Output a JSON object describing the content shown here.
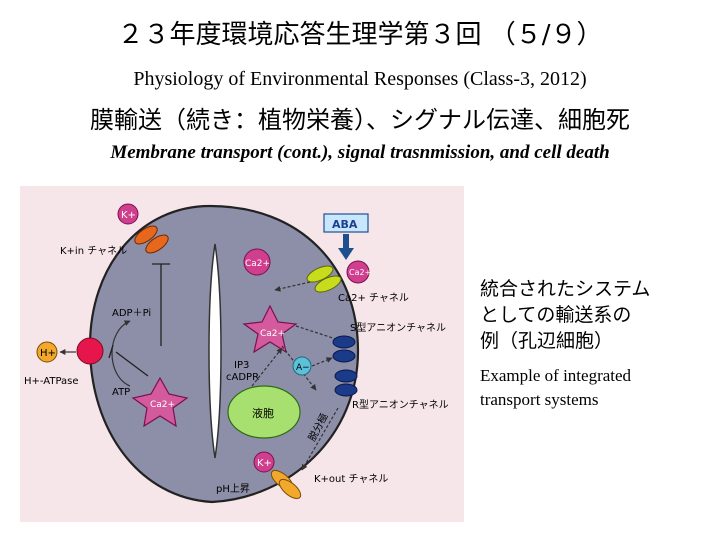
{
  "title": {
    "jp": "２３年度環境応答生理学第３回 （５/９）",
    "en": "Physiology of Environmental Responses (Class-3, 2012)"
  },
  "subtitle": {
    "jp": "膜輸送（続き：植物栄養）、シグナル伝達、細胞死",
    "en": "Membrane transport (cont.), signal trasnmission, and cell death"
  },
  "diagram": {
    "labels": {
      "k_plus_top": "K+",
      "k_in_channel": "K+in チャネル",
      "aba": "ABA",
      "ca_left": "Ca2+",
      "ca_right": "Ca2+",
      "ca_channel": "Ca2+ チャネル",
      "adp_pi": "ADP＋Pi",
      "h_plus": "H+",
      "h_atpase": "H+-ATPase",
      "atp": "ATP",
      "ca_center": "Ca2+",
      "ca_lower": "Ca2+",
      "s_anion": "S型アニオンチャネル",
      "r_anion": "R型アニオンチャネル",
      "a_minus": "A−",
      "ip3": "IP3",
      "cadpr": "cADPR",
      "vacuole": "液胞",
      "depolarization": "脱分極",
      "k_plus_bottom": "K+",
      "k_out_channel": "K+out チャネル",
      "ph_rise": "pH上昇"
    }
  },
  "side": {
    "jp": "統合されたシステム\nとしての輸送系の\n例（孔辺細胞）",
    "en": "Example of integrated\ntransport systems"
  }
}
